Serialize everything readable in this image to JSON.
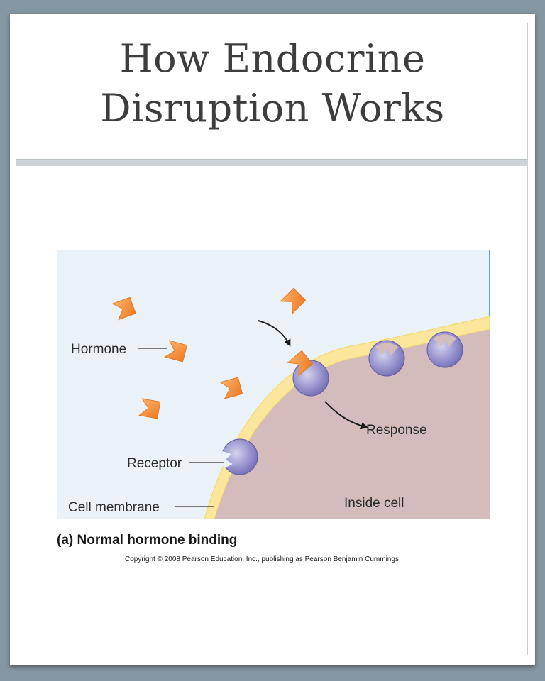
{
  "slide": {
    "title_line1": "How Endocrine",
    "title_line2": "Disruption Works"
  },
  "figure": {
    "labels": {
      "hormone": "Hormone",
      "receptor": "Receptor",
      "cell_membrane": "Cell membrane",
      "response": "Response",
      "inside_cell": "Inside cell"
    },
    "caption": "(a) Normal hormone binding",
    "copyright": "Copyright © 2008 Pearson Education, Inc., publishing as Pearson Benjamin Cummings",
    "colors": {
      "extracellular": "#eaf2f8",
      "inside_cell": "#d4bcbd",
      "membrane": "#fae79c",
      "hormone": "#f5903a",
      "receptor": "#8781c2",
      "frame": "#59a7d3"
    }
  }
}
